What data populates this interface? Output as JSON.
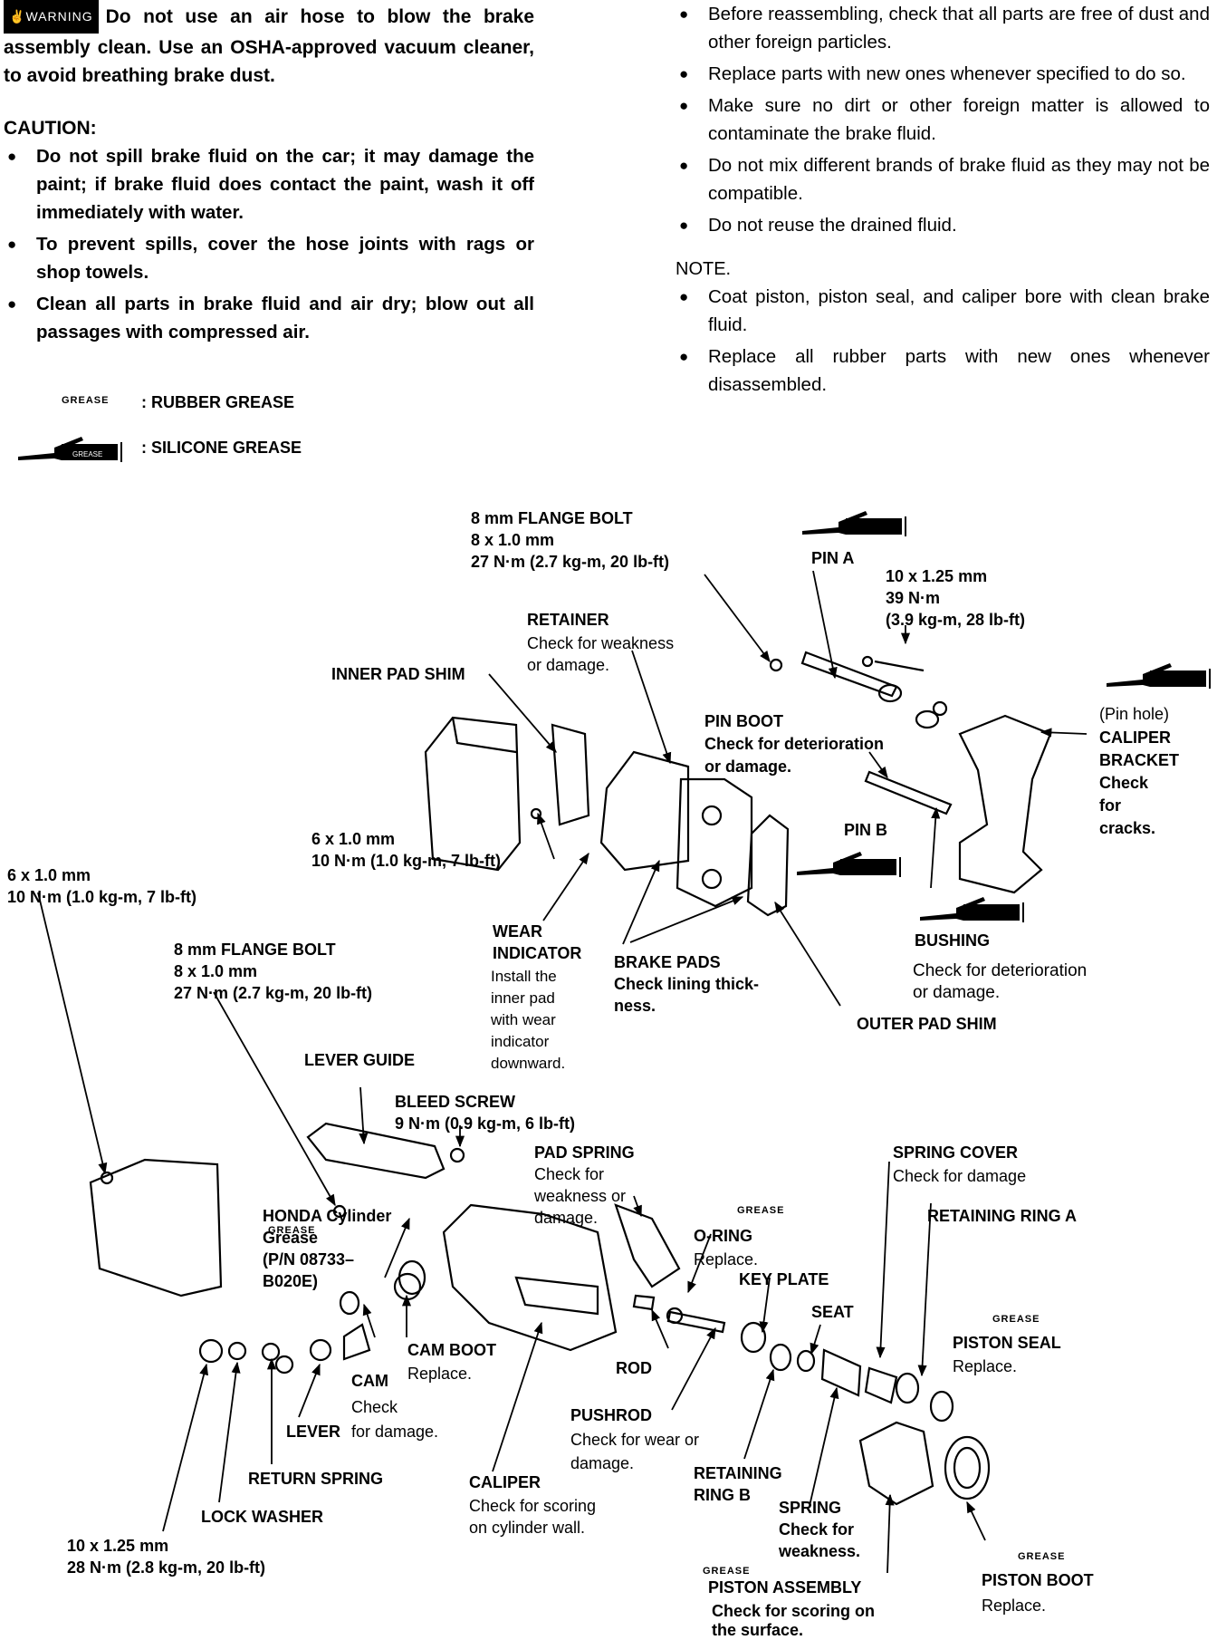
{
  "warning": {
    "badge": "WARNING",
    "text": "Do not use an air hose to blow the brake assembly clean. Use an OSHA-approved vacuum cleaner, to avoid breathing brake dust."
  },
  "caution": {
    "title": "CAUTION:",
    "items": [
      "Do not spill brake fluid on the car; it may damage the paint; if brake fluid does contact the paint, wash it off immediately with water.",
      "To prevent spills, cover the hose joints with rags or shop towels.",
      "Clean all parts in brake fluid and air dry; blow out all passages with compressed air."
    ]
  },
  "right_items": [
    "Before reassembling, check that all parts are free of dust and other foreign particles.",
    "Replace parts with new ones whenever specified to do so.",
    "Make sure no dirt or other foreign matter is allowed to contaminate the brake fluid.",
    "Do not mix different brands of brake fluid as they may not be compatible.",
    "Do not reuse the drained fluid."
  ],
  "note": {
    "title": "NOTE.",
    "items": [
      "Coat piston, piston seal, and caliper bore with clean brake fluid.",
      "Replace all rubber parts with new ones whenever disassembled."
    ]
  },
  "legend": {
    "rubber_symbol": "GREASE",
    "rubber_label": ": RUBBER GREASE",
    "silicone_label": ": SILICONE GREASE"
  },
  "grease_tag": "GREASE",
  "labels": {
    "flange_bolt_top": "8 mm FLANGE BOLT\n8 x 1.0 mm\n27 N·m (2.7 kg-m, 20 lb-ft)",
    "pin_a": "PIN A",
    "bolt_10x125_top": "10 x 1.25 mm\n39 N·m\n(3.9 kg-m, 28 lb-ft)",
    "retainer": "RETAINER",
    "retainer_note": "Check for weakness\nor damage.",
    "inner_pad_shim": "INNER PAD SHIM",
    "pin_hole": "(Pin hole)",
    "caliper_bracket": "CALIPER\nBRACKET\nCheck\nfor\ncracks.",
    "pin_boot": "PIN BOOT\nCheck for deterioration\nor damage.",
    "pin_b": "PIN B",
    "bolt_6x1_mid": "6 x 1.0 mm\n10 N·m (1.0 kg-m, 7 lb-ft)",
    "bolt_6x1_left": "6 x 1.0 mm\n10 N·m (1.0 kg-m, 7 lb-ft)",
    "bushing": "BUSHING",
    "bushing_note": "Check for deterioration\nor damage.",
    "outer_pad_shim": "OUTER PAD SHIM",
    "wear_indicator": "WEAR\nINDICATOR",
    "wear_indicator_note": "Install the\ninner pad\nwith wear\nindicator\ndownward.",
    "brake_pads": "BRAKE PADS\nCheck lining thick-\nness.",
    "flange_bolt_mid": "8 mm FLANGE BOLT\n8 x 1.0 mm\n27 N·m (2.7 kg-m, 20 lb-ft)",
    "lever_guide": "LEVER GUIDE",
    "bleed_screw": "BLEED SCREW\n9 N·m (0.9 kg-m, 6 lb-ft)",
    "pad_spring": "PAD SPRING",
    "pad_spring_note": "Check for\nweakness or\ndamage.",
    "spring_cover": "SPRING COVER",
    "spring_cover_note": "Check for damage",
    "retaining_ring_a": "RETAINING RING A",
    "honda_grease": "HONDA Cylinder\nGrease\n(P/N 08733–\nB020E)",
    "o_ring": "O-RING",
    "o_ring_note": "Replace.",
    "key_plate": "KEY PLATE",
    "seat": "SEAT",
    "piston_seal": "PISTON SEAL",
    "piston_seal_note": "Replace.",
    "cam_boot": "CAM BOOT",
    "cam_boot_note": "Replace.",
    "cam": "CAM",
    "cam_note": "Check\nfor damage.",
    "lever": "LEVER",
    "rod": "ROD",
    "pushrod": "PUSHROD",
    "pushrod_note": "Check for wear or\ndamage.",
    "return_spring": "RETURN SPRING",
    "lock_washer": "LOCK WASHER",
    "caliper": "CALIPER",
    "caliper_note": "Check for scoring\non cylinder wall.",
    "retaining_ring_b": "RETAINING\nRING B",
    "spring": "SPRING\nCheck for\nweakness.",
    "bolt_10x125_bottom": "10 x 1.25 mm\n28 N·m (2.8 kg-m, 20 lb-ft)",
    "piston_assembly": "PISTON ASSEMBLY",
    "piston_assembly_note": "Check for scoring on\nthe surface.",
    "piston_boot": "PISTON BOOT",
    "piston_boot_note": "Replace."
  }
}
